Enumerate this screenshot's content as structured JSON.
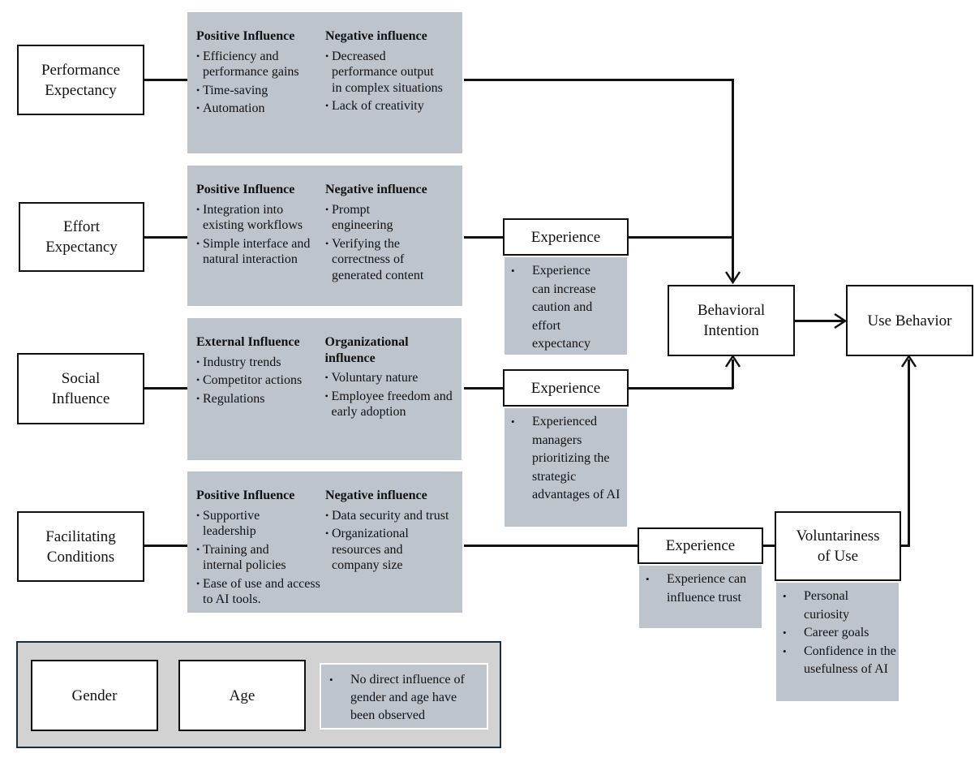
{
  "constructs": {
    "performance_expectancy": "Performance Expectancy",
    "effort_expectancy": "Effort Expectancy",
    "social_influence": "Social Influence",
    "facilitating_conditions": "Facilitating Conditions",
    "behavioral_intention": "Behavioral Intention",
    "use_behavior": "Use Behavior",
    "voluntariness_of_use": "Voluntariness of Use"
  },
  "panels": {
    "performance": {
      "left_heading": "Positive Influence",
      "left_items": [
        "Efficiency and performance gains",
        "Time-saving",
        "Automation"
      ],
      "right_heading": "Negative influence",
      "right_items": [
        "Decreased performance output in complex situations",
        "Lack of creativity"
      ]
    },
    "effort": {
      "left_heading": "Positive Influence",
      "left_items": [
        "Integration into existing workflows",
        "Simple interface and natural interaction"
      ],
      "right_heading": "Negative influence",
      "right_items": [
        "Prompt engineering",
        "Verifying the correctness of generated content"
      ]
    },
    "social": {
      "left_heading": "External Influence",
      "left_items": [
        "Industry trends",
        "Competitor actions",
        "Regulations"
      ],
      "right_heading": "Organizational influence",
      "right_items": [
        "Voluntary nature",
        "Employee freedom and early adoption"
      ]
    },
    "facilitating": {
      "left_heading": "Positive Influence",
      "left_items": [
        "Supportive leadership",
        "Training and internal policies",
        "Ease of use and access to AI tools."
      ],
      "right_heading": "Negative influence",
      "right_items": [
        "Data security and trust",
        "Organizational resources and company size"
      ]
    }
  },
  "moderators": {
    "experience_label": "Experience",
    "experience_effort_note": "Experience can increase caution and effort expectancy",
    "experience_social_note": "Experienced managers prioritizing the strategic advantages of AI",
    "experience_facilitating_note": "Experience can influence trust",
    "voluntariness_notes": [
      "Personal curiosity",
      "Career goals",
      "Confidence in the usefulness of AI"
    ]
  },
  "demographics": {
    "gender": "Gender",
    "age": "Age",
    "note": "No direct influence of gender and age have been observed"
  },
  "colors": {
    "panel_fill": "#bdc4cc",
    "demographics_fill": "#d2d2d2",
    "demographics_border": "#1f2d3a",
    "line": "#111111"
  }
}
